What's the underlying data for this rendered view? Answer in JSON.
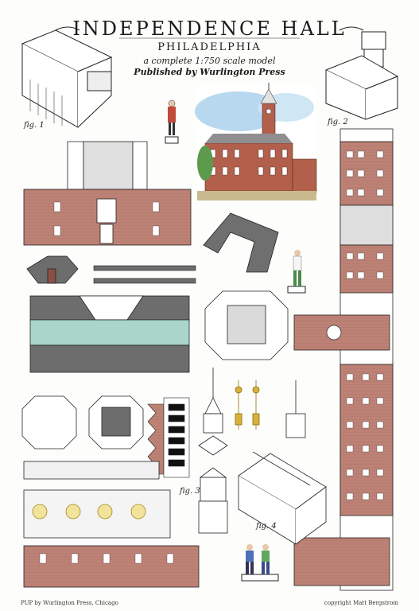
{
  "header": {
    "title": "INDEPENDENCE HALL",
    "subtitle": "PHILADELPHIA",
    "scale_line": "a complete 1:750 scale model",
    "publisher_line": "Published by Wurlington Press"
  },
  "figure_labels": {
    "fig1": "fig. 1",
    "fig2": "fig. 2",
    "fig3": "fig. 3",
    "fig4": "fig. 4"
  },
  "footer": {
    "left": "PUP by Wurlington Press, Chicago",
    "right": "copyright Matt Bergstrom"
  },
  "colors": {
    "brick": "#b97a6e",
    "brick_dark": "#8a5046",
    "roof_gray": "#6d6d6d",
    "mint": "#a9d6c9",
    "sky": "#9ec9e6",
    "gold": "#d8b13a"
  },
  "icons": [
    "building-model-icon",
    "statue-icon",
    "clock-tower-icon",
    "spire-icon",
    "people-figures-icon"
  ]
}
